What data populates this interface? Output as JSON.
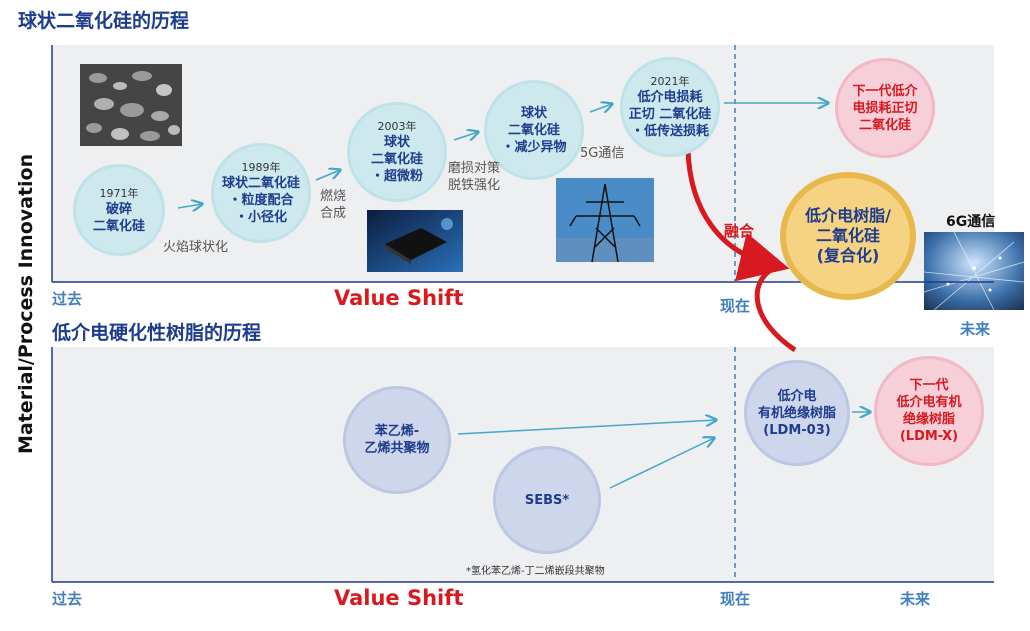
{
  "title_top": "球状二氧化硅的历程",
  "title_bottom": "低介电硬化性树脂的历程",
  "side_label": "Material/Process Innovation",
  "timeline": {
    "past": "过去",
    "now": "现在",
    "future": "未来",
    "value_shift": "Value Shift"
  },
  "silica_nodes": [
    {
      "year": "1971年",
      "text": "破碎\n二氧化硅"
    },
    {
      "year": "1989年",
      "text": "球状二氧化硅\n・粒度配合\n・小径化"
    },
    {
      "year": "2003年",
      "text": "球状\n二氧化硅\n・超微粉"
    },
    {
      "year": "",
      "text": "球状\n二氧化硅\n・减少异物"
    },
    {
      "year": "2021年",
      "text": "低介电损耗\n正切 二氧化硅\n・低传送损耗"
    }
  ],
  "next_silica": "下一代低介\n电损耗正切\n二氧化硅",
  "composite": "低介电树脂/\n二氧化硅\n(复合化)",
  "fusion": "融合",
  "notes": {
    "flame": "火焰球状化",
    "combustion": "燃烧\n合成",
    "grinding": "磨损对策\n脱铁强化",
    "g5": "5G通信",
    "g6": "6G通信",
    "footnote": "*氢化苯乙烯-丁二烯嵌段共聚物"
  },
  "resin_nodes": [
    {
      "text": "苯乙烯-\n乙烯共聚物"
    },
    {
      "text": "SEBS*"
    }
  ],
  "ldm03": "低介电\n有机绝缘树脂\n(LDM-03)",
  "ldmx": "下一代\n低介电有机\n绝缘树脂\n(LDM-X)",
  "colors": {
    "navy": "#1e3c8c",
    "axis_blue": "#3f7fc0",
    "red": "#d71920",
    "arrow_teal": "#45a7c8"
  }
}
